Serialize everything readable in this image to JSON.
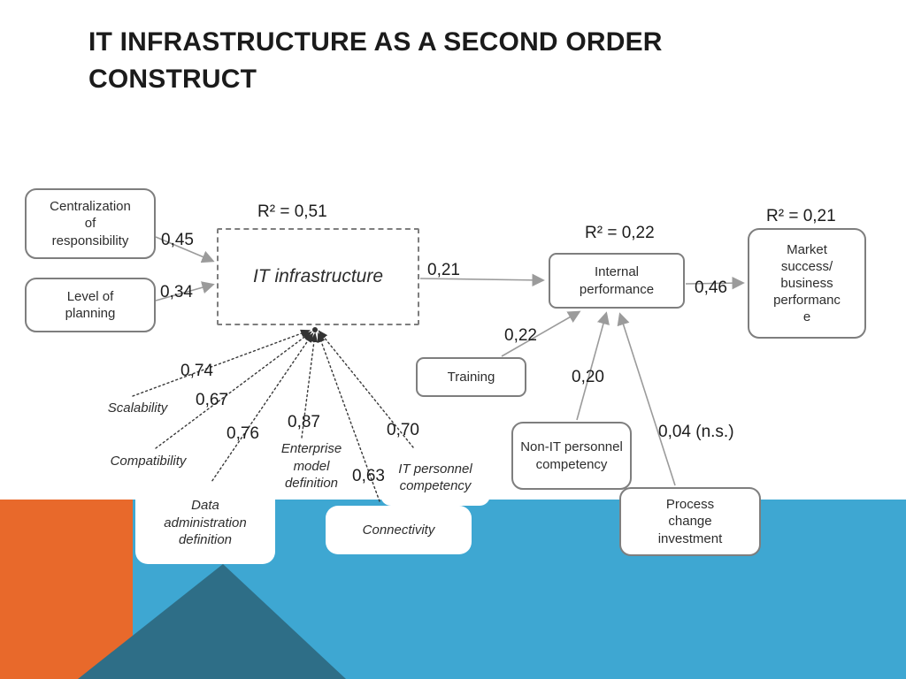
{
  "colors": {
    "orange": "#E8692B",
    "blue": "#3EA7D2",
    "teal": "#2E6E87",
    "arrow": "#9B9B9B",
    "box_border": "#7E7E7E"
  },
  "slide": {
    "title": "IT INFRASTRUCTURE AS A SECOND ORDER CONSTRUCT"
  },
  "nodes": {
    "centralization": {
      "label": "Centralization of responsibility"
    },
    "level_of_planning": {
      "label": "Level of planning"
    },
    "it_infrastructure": {
      "label": "IT infrastructure",
      "r2": "R² = 0,51"
    },
    "internal_performance": {
      "label": "Internal performance",
      "r2": "R² = 0,22"
    },
    "market_success": {
      "label": "Market success/ business performance",
      "r2": "R² = 0,21"
    },
    "training": {
      "label": "Training"
    },
    "non_it_personnel": {
      "label": "Non-IT personnel competency"
    },
    "process_change": {
      "label": "Process change investment"
    }
  },
  "paths": {
    "centralization_to_it": {
      "coefficient": "0,45"
    },
    "planning_to_it": {
      "coefficient": "0,34"
    },
    "it_to_internal": {
      "coefficient": "0,21"
    },
    "internal_to_market": {
      "coefficient": "0,46"
    },
    "training_to_internal": {
      "coefficient": "0,22"
    },
    "non_it_to_internal": {
      "coefficient": "0,20"
    },
    "process_to_internal": {
      "coefficient": "0,04 (n.s.)"
    }
  },
  "indicators": {
    "scalability": {
      "label": "Scalability",
      "loading": "0,74"
    },
    "compatibility": {
      "label": "Compatibility",
      "loading": "0,67"
    },
    "data_administration": {
      "label": "Data administration definition",
      "loading": "0,76"
    },
    "enterprise_model": {
      "label": "Enterprise model definition",
      "loading": "0,87"
    },
    "connectivity": {
      "label": "Connectivity",
      "loading": "0,63"
    },
    "it_personnel": {
      "label": "IT personnel competency",
      "loading": "0,70"
    }
  }
}
